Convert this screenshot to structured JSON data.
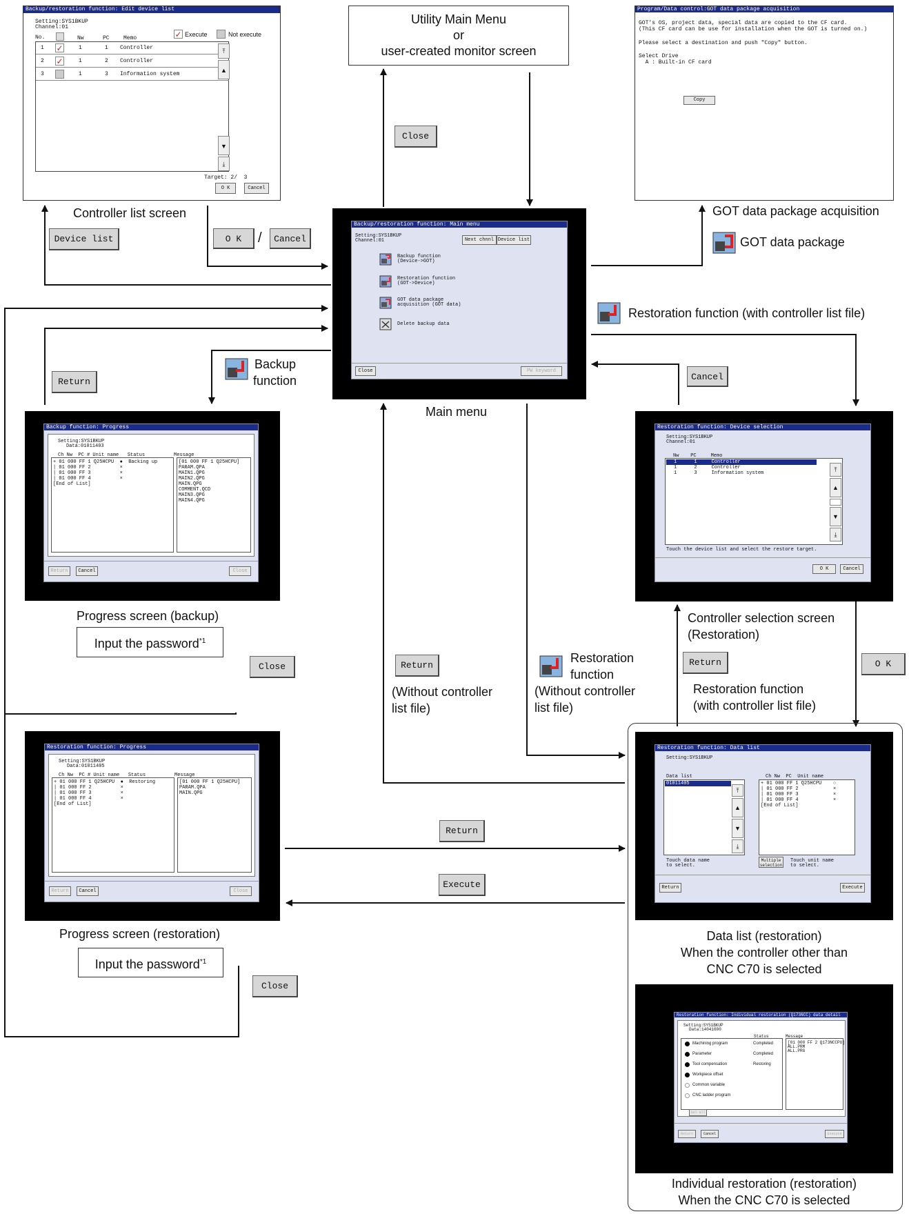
{
  "util": {
    "l1": "Utility Main Menu",
    "l2": "or",
    "l3": "user-created monitor screen"
  },
  "labels": {
    "controller_list": "Controller list screen",
    "got_pkg_acq": "GOT data package acquisition",
    "got_pkg": "GOT data package",
    "restore_with": "Restoration function (with controller list file)",
    "backup_fn1": "Backup",
    "backup_fn2": "function",
    "main_menu": "Main menu",
    "prog_backup": "Progress screen (backup)",
    "password": "Input the password",
    "password_sup": "*1",
    "ctrl_sel1": "Controller selection screen",
    "ctrl_sel2": "(Restoration)",
    "without1": "(Without controller",
    "without2": "list file)",
    "restfn1": "Restoration",
    "restfn2": "function",
    "restfn3": "(Without controller",
    "restfn4": "list file)",
    "restwith1": "Restoration function",
    "restwith2": "(with controller list file)",
    "prog_restore": "Progress screen (restoration)",
    "datalist1": "Data list (restoration)",
    "datalist2": "When the controller other than",
    "datalist3": "CNC C70 is selected",
    "indiv1": "Individual restoration (restoration)",
    "indiv2": "When the CNC C70 is selected",
    "slash": "/"
  },
  "buttons": {
    "close": "Close",
    "device_list": "Device list",
    "ok": "O K",
    "cancel": "Cancel",
    "return": "Return",
    "execute": "Execute"
  },
  "edit": {
    "title": "Backup/restoration function: Edit device list",
    "setting": "Setting:SYS1BKUP",
    "channel": "Channel:01",
    "cols": [
      "No.",
      "",
      "Nw",
      "PC",
      "Memo"
    ],
    "execute": "Execute",
    "not_execute": "Not execute",
    "rows": [
      {
        "no": "1",
        "nw": "1",
        "pc": "1",
        "memo": "Controller"
      },
      {
        "no": "2",
        "nw": "1",
        "pc": "2",
        "memo": "Controller"
      },
      {
        "no": "3",
        "nw": "1",
        "pc": "3",
        "memo": "Information system"
      }
    ],
    "target": "Target: 2/  3",
    "ok": "O K",
    "cancel": "Cancel"
  },
  "pkg": {
    "title": "Program/Data control:GOT data package acquisition",
    "l1": "GOT's OS, project data, special data are copied to the CF card.",
    "l2": "(This CF card can be use for installation when the GOT is turned on.)",
    "l3": "Please select a destination and push \"Copy\" button.",
    "l4": "Select Drive",
    "l5": "  A : Built-in CF card",
    "copy": "Copy"
  },
  "main": {
    "title": "Backup/restoration function: Main menu",
    "setting": "Setting:SYS1BKUP",
    "channel": "Channel:01",
    "next": "Next chnnl",
    "devlist": "Device list",
    "b1a": "Backup function",
    "b1b": "(Device->GOT)",
    "b2a": "Restoration function",
    "b2b": "(GOT->Device)",
    "b3a": "GOT data package",
    "b3b": "acquisition (GOT data)",
    "b4": "Delete backup data",
    "close": "Close",
    "pw": "PW keyword"
  },
  "pb": {
    "title": "Backup function: Progress",
    "setting": "Setting:SYS1BKUP",
    "data": "Data:01011403",
    "hdr": "Ch Nw  PC # Unit name   Status",
    "rows": [
      "+ 01 000 FF 1 Q25HCPU  ●  Backing up",
      "| 01 000 FF 2          ×",
      "| 01 000 FF 3          ×",
      "| 01 000 FF 4          ×",
      "[End of List]"
    ],
    "msg_hdr": "Message",
    "msgs": [
      "[01 000 FF 1 Q25HCPU]",
      "PARAM.QPA",
      "MAIN1.QPG",
      "MAIN2.QPG",
      "MAIN.QPG",
      "COMMENT.QCD",
      "MAIN3.QPG",
      "MAIN4.QPG"
    ],
    "return": "Return",
    "cancel": "Cancel",
    "close": "Close"
  },
  "ds": {
    "title": "Restoration function: Device selection",
    "setting": "Setting:SYS1BKUP",
    "channel": "Channel:01",
    "hdr": "Nw    PC     Memo",
    "rows": [
      "1      1     Controller",
      "1      2     Controller",
      "1      3     Information system"
    ],
    "touch": "Touch the device list and select the restore target.",
    "ok": "O K",
    "cancel": "Cancel"
  },
  "pr": {
    "title": "Restoration function: Progress",
    "setting": "Setting:SYS1BKUP",
    "data": "Data:01011405",
    "hdr": "Ch Nw  PC # Unit name   Status",
    "rows": [
      "+ 01 000 FF 1 Q25HCPU  ●  Restoring",
      "| 01 000 FF 2          ×",
      "| 01 000 FF 3          ×",
      "| 01 000 FF 4          ×",
      "[End of List]"
    ],
    "msg_hdr": "Message",
    "msgs": [
      "[01 000 FF 1 Q25HCPU]",
      "PARAM.QPA",
      "MAIN.QPG"
    ],
    "return": "Return",
    "cancel": "Cancel",
    "close": "Close"
  },
  "dl": {
    "title": "Restoration function: Data list",
    "setting": "Setting:SYS1BKUP",
    "dlabel": "Data list",
    "sel": "01011405",
    "hdr": "Ch Nw  PC  Unit name",
    "rows": [
      "+ 01 000 FF 1 Q25HCPU    ○",
      "| 01 000 FF 2            ×",
      "| 01 000 FF 3            ×",
      "| 01 000 FF 4            ×",
      "[End of List]"
    ],
    "touch1a": "Touch data name",
    "touch1b": "to select.",
    "multi1": "Multiple",
    "multi2": "selection",
    "touch2a": "Touch unit name",
    "touch2b": "to select.",
    "return": "Return",
    "execute": "Execute"
  },
  "ir": {
    "title": "Restoration function: Individual restoration (Q173NCC) data detail",
    "setting": "Setting:SYS1BKUP",
    "data": "Data:14041600",
    "status_hdr": "Status",
    "msg_hdr": "Message",
    "items": [
      {
        "name": "Machining program",
        "status": "Completed"
      },
      {
        "name": "Parameter",
        "status": "Completed"
      },
      {
        "name": "Tool compensation",
        "status": "Restoring"
      },
      {
        "name": "Workpiece offset",
        "status": ""
      },
      {
        "name": "Common variable",
        "status": ""
      },
      {
        "name": "CNC ladder program",
        "status": ""
      }
    ],
    "msgs": [
      "[01 000 FF 2 Q173NCCPU]",
      "ALL.PRM",
      "ALL.PRG"
    ],
    "sel": "Sel all",
    "return": "Return",
    "cancel": "Cancel",
    "execute": "Execute"
  }
}
